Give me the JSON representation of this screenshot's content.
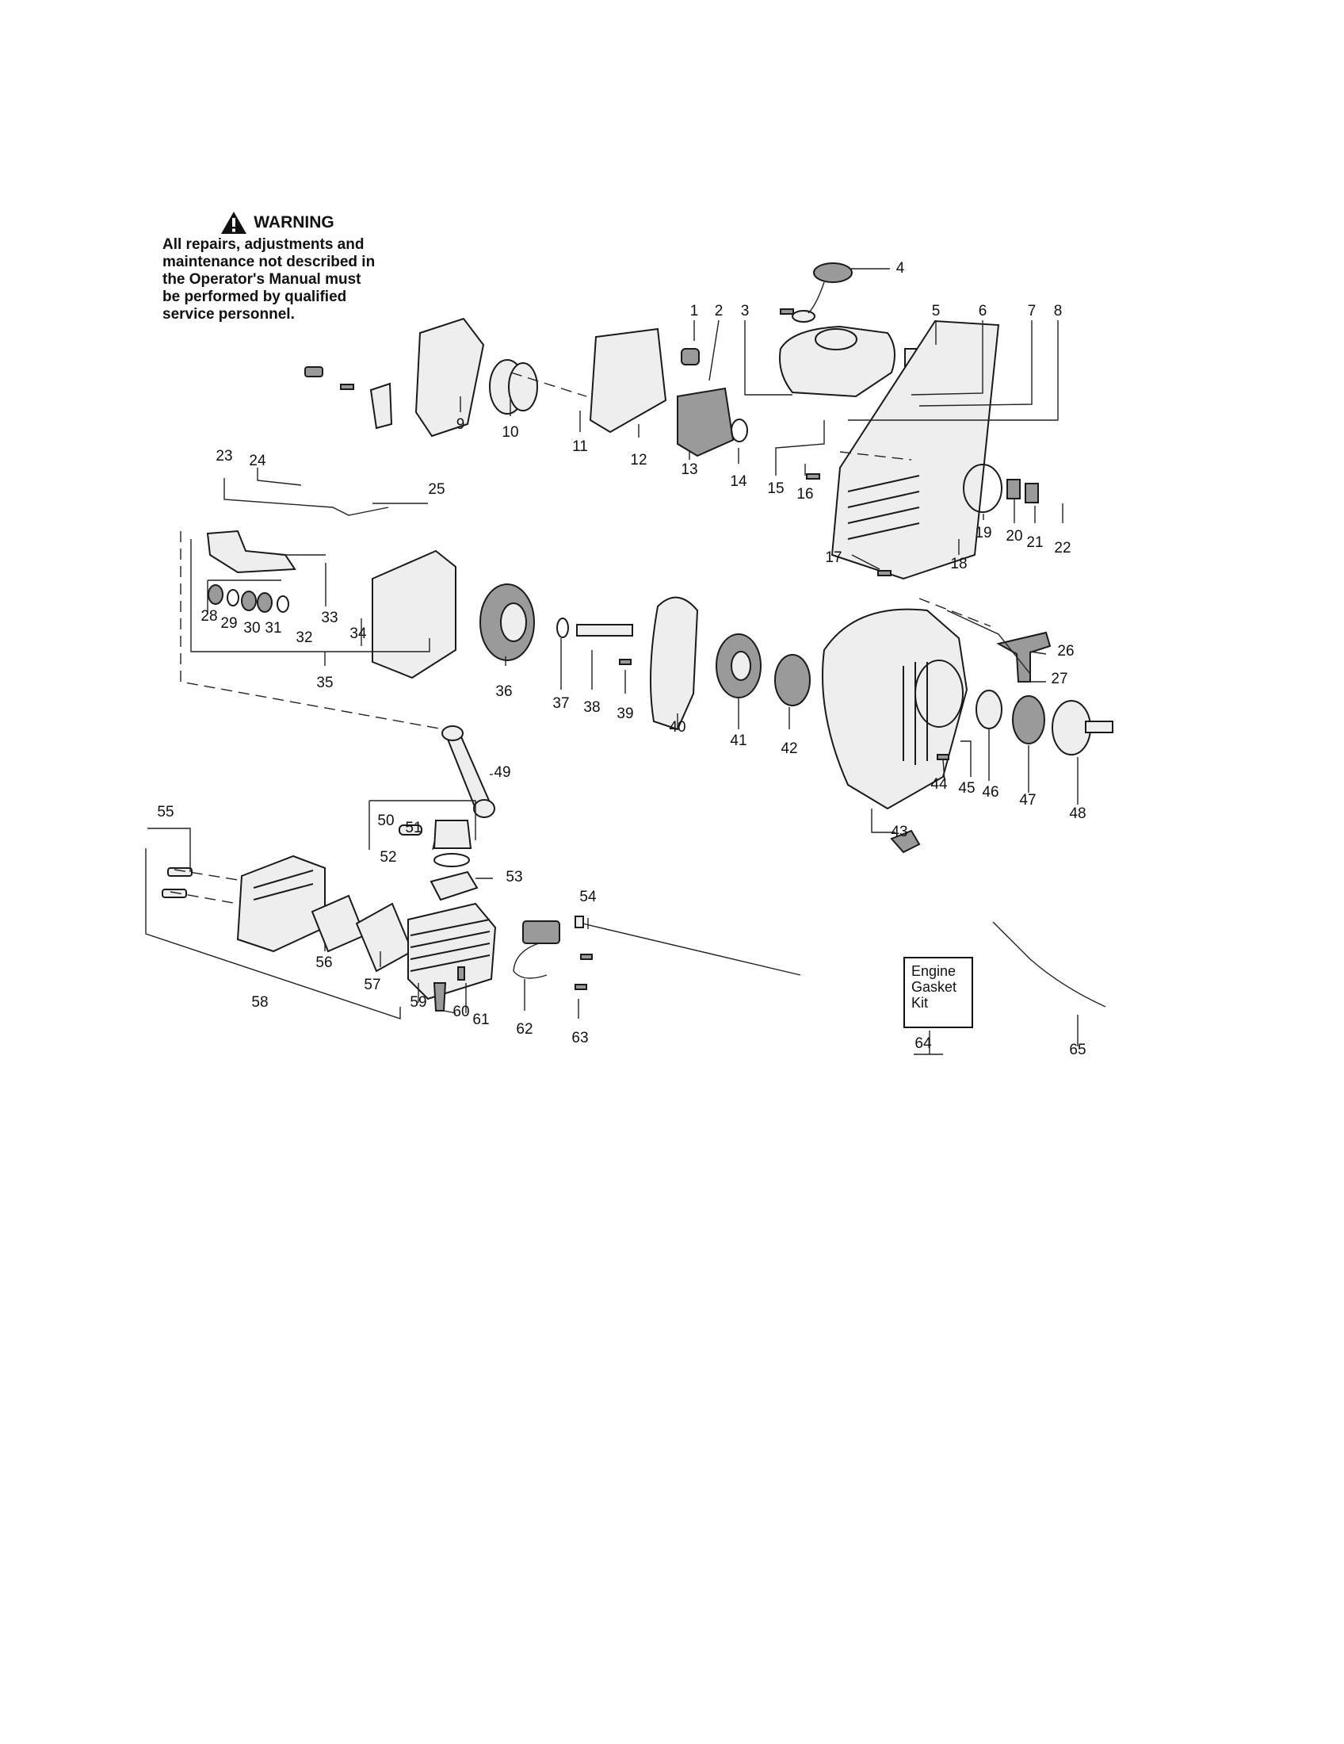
{
  "warning": {
    "title": "WARNING",
    "lines": [
      "All repairs, adjustments and",
      "maintenance not described in",
      "the Operator's Manual must",
      "be performed by qualified",
      "service personnel."
    ]
  },
  "kit_box": {
    "lines": [
      "Engine",
      "Gasket",
      "Kit"
    ]
  },
  "callouts": [
    "1",
    "2",
    "3",
    "4",
    "5",
    "6",
    "7",
    "8",
    "9",
    "10",
    "11",
    "12",
    "13",
    "14",
    "15",
    "16",
    "17",
    "18",
    "19",
    "20",
    "21",
    "22",
    "23",
    "24",
    "25",
    "26",
    "27",
    "28",
    "29",
    "30",
    "31",
    "32",
    "33",
    "34",
    "35",
    "36",
    "37",
    "38",
    "39",
    "40",
    "41",
    "42",
    "43",
    "44",
    "45",
    "46",
    "47",
    "48",
    "49",
    "50",
    "51",
    "52",
    "53",
    "54",
    "55",
    "56",
    "57",
    "58",
    "59",
    "60",
    "61",
    "62",
    "63",
    "64",
    "65"
  ],
  "icons": [
    "warning-triangle-icon"
  ]
}
